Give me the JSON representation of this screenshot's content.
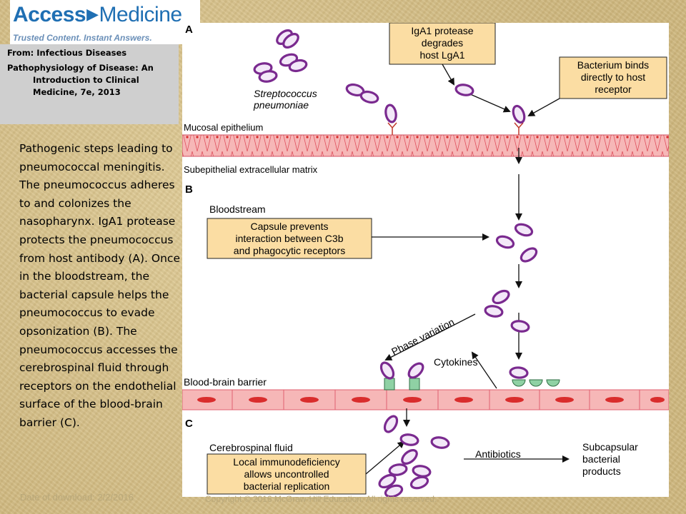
{
  "logo": {
    "name_bold": "Access",
    "name_regular": "Medicine",
    "tagline": "Trusted Content. Instant Answers."
  },
  "source": {
    "from": "From: Infectious Diseases",
    "book_line1": "Pathophysiology of Disease: An",
    "book_line2": "Introduction to Clinical",
    "book_line3": "Medicine, 7e,  2013"
  },
  "caption": " Pathogenic steps leading to pneumococcal meningitis. The pneumococcus adheres to and colonizes the nasopharynx. IgA1 protease protects the pneumococcus from host antibody (A). Once in the bloodstream, the bacterial capsule helps the pneumococcus to evade opsonization (B). The pneumococcus accesses the cerebrospinal fluid through receptors on the endothelial surface of the blood-brain barrier (C).",
  "footer": {
    "date": "Date of download:  2/2/2016",
    "copyright": "Copyright © 2016 McGraw-Hill Education. All rights reserved."
  },
  "figure": {
    "panel_a": "A",
    "panel_b": "B",
    "panel_c": "C",
    "iga_box": [
      "IgA1 protease",
      "degrades",
      "host LgA1"
    ],
    "binds_box": [
      "Bacterium binds",
      "directly to host",
      "receptor"
    ],
    "strep_label": [
      "Streptococcus",
      "pneumoniae"
    ],
    "mucosal": "Mucosal epithelium",
    "subepithelial": "Subepithelial extracellular matrix",
    "bloodstream": "Bloodstream",
    "capsule_box": [
      "Capsule prevents",
      "interaction between C3b",
      "and phagocytic receptors"
    ],
    "phase_variation": "Phase variation",
    "cytokines": "Cytokines",
    "bbb": "Blood-brain barrier",
    "csf": "Cerebrospinal fluid",
    "immuno_box": [
      "Local immunodeficiency",
      "allows uncontrolled",
      "bacterial replication"
    ],
    "antibiotics": "Antibiotics",
    "subcapsular": [
      "Subcapsular",
      "bacterial",
      "products"
    ],
    "colors": {
      "box_fill": "#fbdda3",
      "bacteria": "#7a2a8f",
      "tissue": "#f6b7b7",
      "nucleus": "#d92c2c",
      "receptor": "#8fd1a4"
    }
  }
}
